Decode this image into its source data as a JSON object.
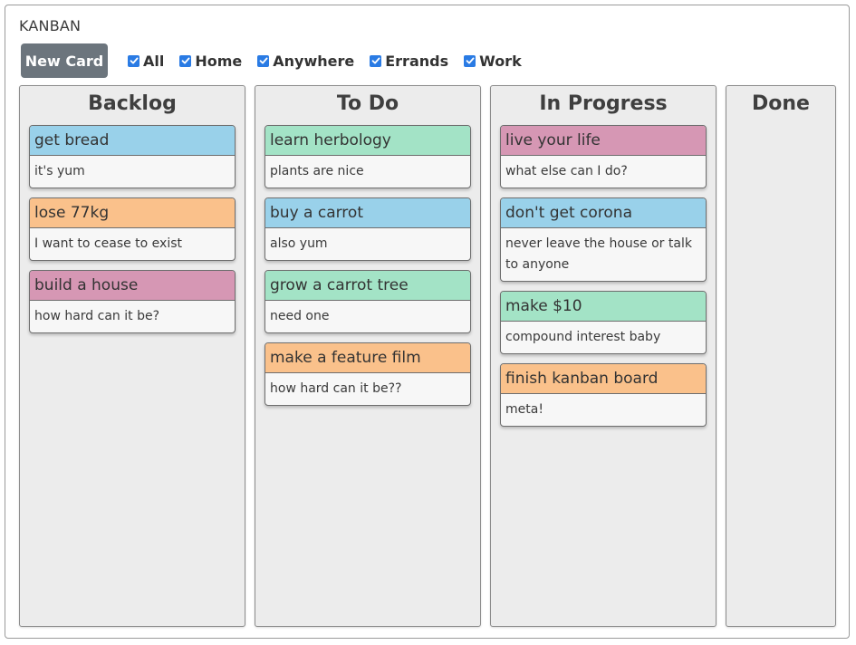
{
  "app": {
    "title": "KANBAN"
  },
  "toolbar": {
    "new_card_label": "New Card",
    "filters": [
      {
        "label": "All",
        "checked": true
      },
      {
        "label": "Home",
        "checked": true
      },
      {
        "label": "Anywhere",
        "checked": true
      },
      {
        "label": "Errands",
        "checked": true
      },
      {
        "label": "Work",
        "checked": true
      }
    ]
  },
  "colors": {
    "checkbox": "#2a7be4",
    "button": "#6c757d",
    "blue": "#99d1ea",
    "orange": "#fac18b",
    "pink": "#d697b4",
    "green": "#a3e3c6"
  },
  "columns": [
    {
      "title": "Backlog",
      "cards": [
        {
          "title": "get bread",
          "body": "it's yum",
          "color": "blue"
        },
        {
          "title": "lose 77kg",
          "body": "I want to cease to exist",
          "color": "orange"
        },
        {
          "title": "build a house",
          "body": "how hard can it be?",
          "color": "pink"
        }
      ]
    },
    {
      "title": "To Do",
      "cards": [
        {
          "title": "learn herbology",
          "body": "plants are nice",
          "color": "green"
        },
        {
          "title": "buy a carrot",
          "body": "also yum",
          "color": "blue"
        },
        {
          "title": "grow a carrot tree",
          "body": "need one",
          "color": "green"
        },
        {
          "title": "make a feature film",
          "body": "how hard can it be??",
          "color": "orange"
        }
      ]
    },
    {
      "title": "In Progress",
      "cards": [
        {
          "title": "live your life",
          "body": "what else can I do?",
          "color": "pink"
        },
        {
          "title": "don't get corona",
          "body": "never leave the house or talk to anyone",
          "color": "blue"
        },
        {
          "title": "make $10",
          "body": "compound interest baby",
          "color": "green"
        },
        {
          "title": "finish kanban board",
          "body": "meta!",
          "color": "orange"
        }
      ]
    },
    {
      "title": "Done",
      "cards": []
    }
  ]
}
